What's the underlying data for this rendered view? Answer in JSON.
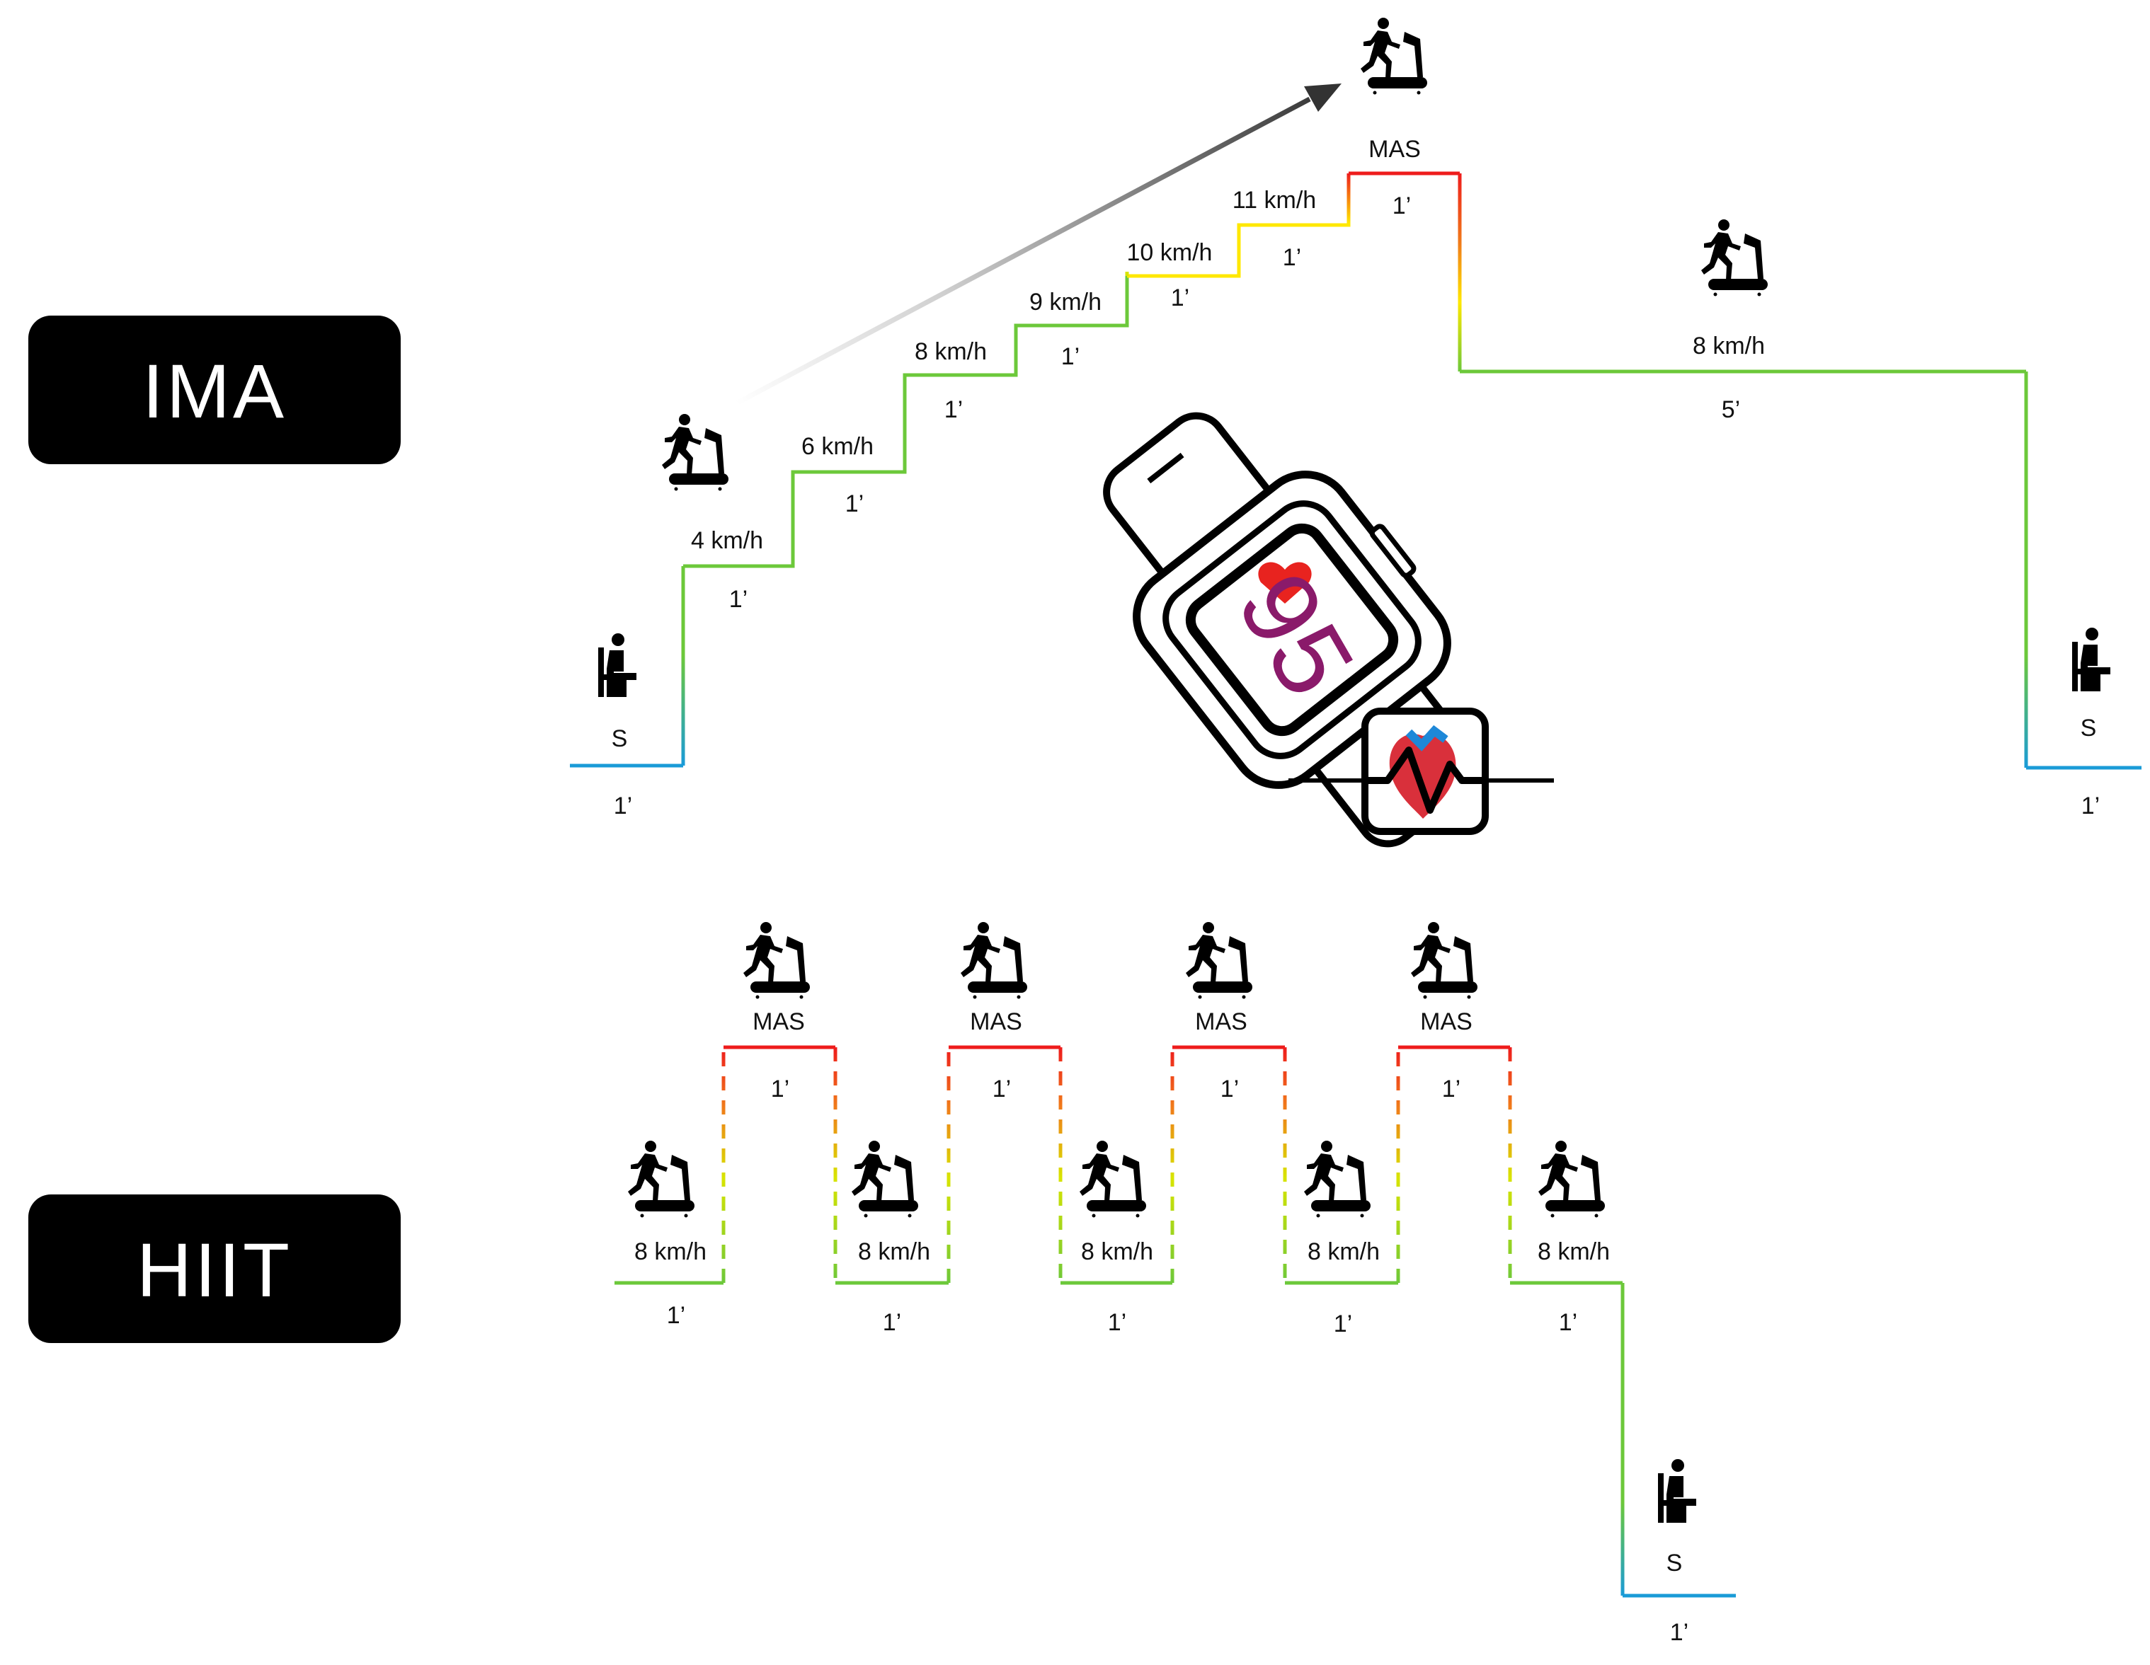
{
  "protocols": {
    "ima": {
      "name": "IMA",
      "start": {
        "label": "S",
        "duration": "1’"
      },
      "stages": [
        {
          "label": "4 km/h",
          "duration": "1’"
        },
        {
          "label": "6 km/h",
          "duration": "1’"
        },
        {
          "label": "8 km/h",
          "duration": "1’"
        },
        {
          "label": "9 km/h",
          "duration": "1’"
        },
        {
          "label": "10 km/h",
          "duration": "1’"
        },
        {
          "label": "11 km/h",
          "duration": "1’"
        },
        {
          "label": "MAS",
          "duration": "1’"
        }
      ],
      "recovery": {
        "label": "8 km/h",
        "duration": "5’"
      },
      "end": {
        "label": "S",
        "duration": "1’"
      }
    },
    "hiit": {
      "name": "HIIT",
      "low": [
        {
          "label": "8 km/h",
          "duration": "1’"
        },
        {
          "label": "8 km/h",
          "duration": "1’"
        },
        {
          "label": "8 km/h",
          "duration": "1’"
        },
        {
          "label": "8 km/h",
          "duration": "1’"
        },
        {
          "label": "8 km/h",
          "duration": "1’"
        }
      ],
      "high": [
        {
          "label": "MAS",
          "duration": "1’"
        },
        {
          "label": "MAS",
          "duration": "1’"
        },
        {
          "label": "MAS",
          "duration": "1’"
        },
        {
          "label": "MAS",
          "duration": "1’"
        }
      ],
      "end": {
        "label": "S",
        "duration": "1’"
      }
    }
  },
  "watch": {
    "reading": "95"
  },
  "colors": {
    "rest": "#1a9bd7",
    "moderate": "#6cc83a",
    "light": "#d8e400",
    "yellow": "#ffe800",
    "orange": "#f07a1a",
    "high": "#ee1c1c",
    "badge": "#000000"
  },
  "icons": {
    "seated": "seated-person-icon",
    "treadmill": "treadmill-runner-icon",
    "watch": "smartwatch-icon",
    "heart_monitor": "heart-monitor-icon"
  }
}
